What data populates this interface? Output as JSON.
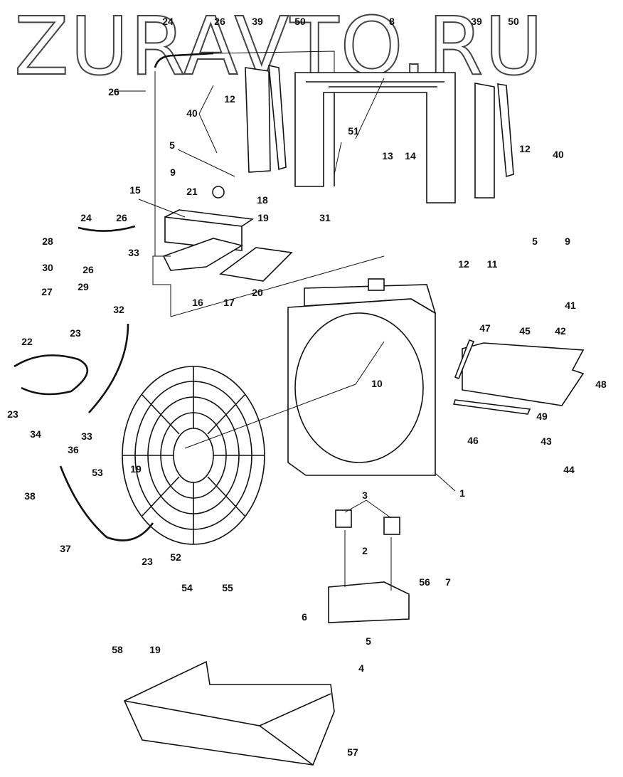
{
  "watermark": "ZURAVTO.RU",
  "part_numbers": [
    "24",
    "26",
    "39",
    "50",
    "8",
    "39",
    "50",
    "26",
    "40",
    "12",
    "51",
    "13",
    "14",
    "12",
    "40",
    "5",
    "9",
    "21",
    "18",
    "15",
    "19",
    "31",
    "24",
    "26",
    "28",
    "30",
    "33",
    "26",
    "29",
    "27",
    "16",
    "17",
    "20",
    "5",
    "9",
    "12",
    "11",
    "32",
    "23",
    "22",
    "10",
    "47",
    "45",
    "41",
    "42",
    "48",
    "49",
    "46",
    "43",
    "44",
    "23",
    "33",
    "36",
    "34",
    "38",
    "53",
    "19",
    "1",
    "3",
    "37",
    "23",
    "52",
    "2",
    "54",
    "55",
    "56",
    "7",
    "6",
    "5",
    "4",
    "58",
    "19",
    "57"
  ]
}
